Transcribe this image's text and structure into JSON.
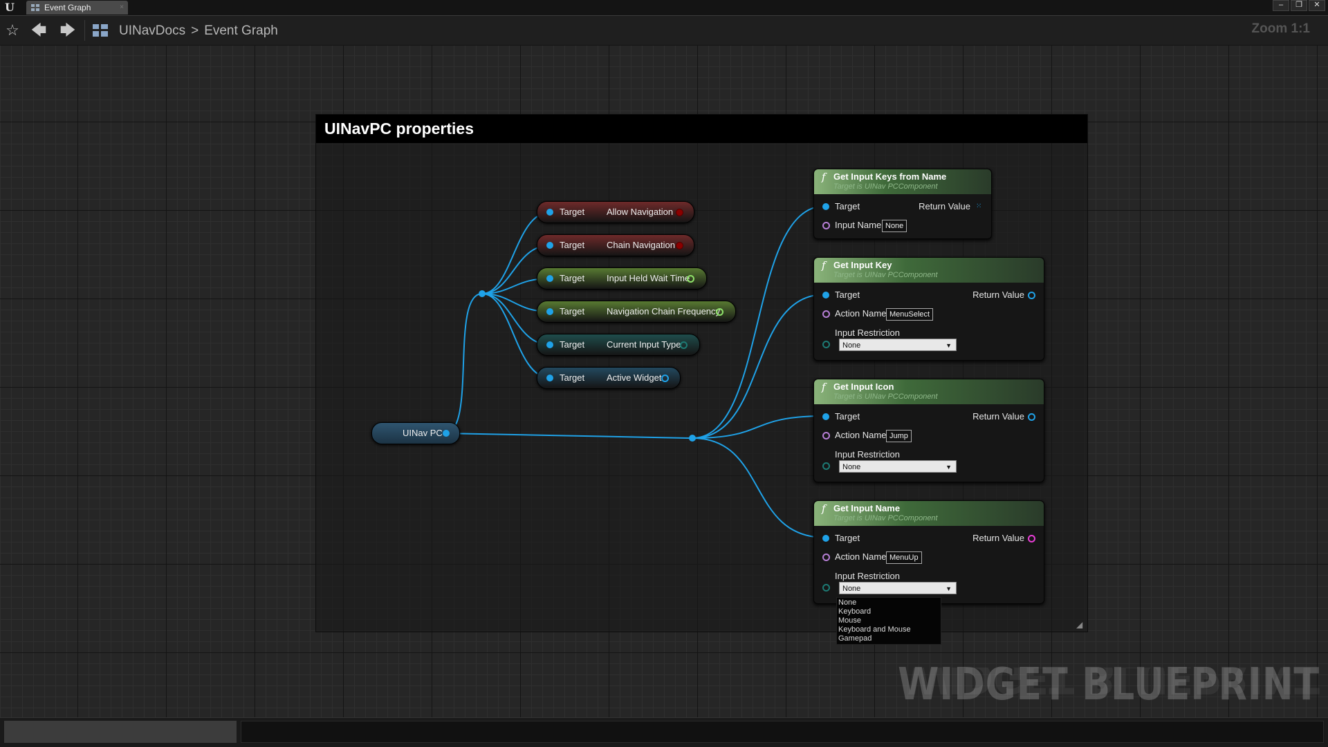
{
  "window": {
    "tab_label": "Event Graph",
    "tab_close": "×",
    "controls": [
      "–",
      "❐",
      "✕"
    ]
  },
  "toolbar": {
    "star_icon": "star-icon",
    "back_icon": "back-arrow-icon",
    "forward_icon": "forward-arrow-icon",
    "graph_icon": "graph-icon",
    "breadcrumb": {
      "root": "UINavDocs",
      "separator": ">",
      "current": "Event Graph"
    },
    "zoom": "Zoom 1:1"
  },
  "comment": {
    "title": "UINavPC properties"
  },
  "variable_node": {
    "label": "UINav PC"
  },
  "get_nodes": [
    {
      "target": "Target",
      "label": "Allow Navigation",
      "color": "#6e2a2a"
    },
    {
      "target": "Target",
      "label": "Chain Navigation",
      "color": "#6e2a2a"
    },
    {
      "target": "Target",
      "label": "Input Held Wait Time",
      "color": "#587a32"
    },
    {
      "target": "Target",
      "label": "Navigation Chain Frequency",
      "color": "#587a32"
    },
    {
      "target": "Target",
      "label": "Current Input Type",
      "color": "#1f4d4c"
    },
    {
      "target": "Target",
      "label": "Active Widget",
      "color": "#23495f"
    }
  ],
  "function_nodes": [
    {
      "title": "Get Input Keys from Name",
      "subtitle": "Target is UINav PCComponent",
      "glyph": "f",
      "target": "Target",
      "return_label": "Return Value",
      "param_label": "Input Name",
      "param_value": "None"
    },
    {
      "title": "Get Input Key",
      "subtitle": "Target is UINav PCComponent",
      "glyph": "f",
      "target": "Target",
      "return_label": "Return Value",
      "param_label": "Action Name",
      "param_value": "MenuSelect",
      "restriction_label": "Input Restriction",
      "restriction_value": "None"
    },
    {
      "title": "Get Input Icon",
      "subtitle": "Target is UINav PCComponent",
      "glyph": "f",
      "target": "Target",
      "return_label": "Return Value",
      "param_label": "Action Name",
      "param_value": "Jump",
      "restriction_label": "Input Restriction",
      "restriction_value": "None"
    },
    {
      "title": "Get Input Name",
      "subtitle": "Target is UINav PCComponent",
      "glyph": "f",
      "target": "Target",
      "return_label": "Return Value",
      "param_label": "Action Name",
      "param_value": "MenuUp",
      "restriction_label": "Input Restriction",
      "restriction_value": "None"
    }
  ],
  "dropdown_options": [
    "None",
    "Keyboard",
    "Mouse",
    "Keyboard and Mouse",
    "Gamepad"
  ],
  "watermark": "WIDGET BLUEPRINT"
}
